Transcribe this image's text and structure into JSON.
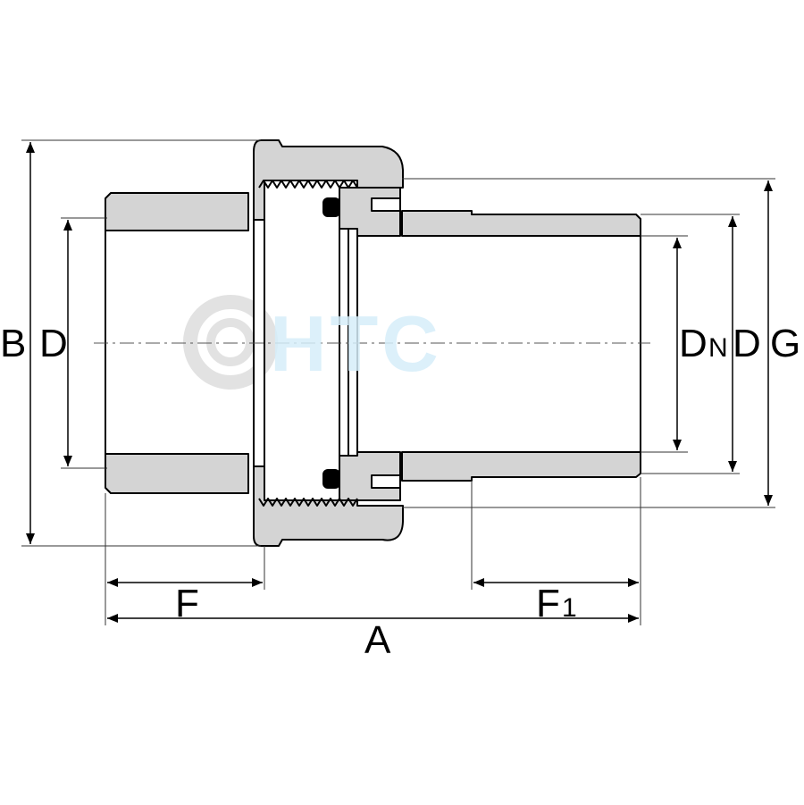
{
  "labels": {
    "B": "B",
    "D_left": "D",
    "D_N": "D",
    "D_N_sub": "N",
    "D_right": "D",
    "G": "G",
    "F": "F",
    "F1": "F",
    "F1_sub": "1",
    "A": "A"
  },
  "watermark": {
    "text": "HTC"
  },
  "colors": {
    "body_fill": "#d4d4d4",
    "line": "#000000",
    "dim_line": "#333333",
    "watermark_ring": "#e2e2e2",
    "watermark_text": "#d6eefa"
  }
}
